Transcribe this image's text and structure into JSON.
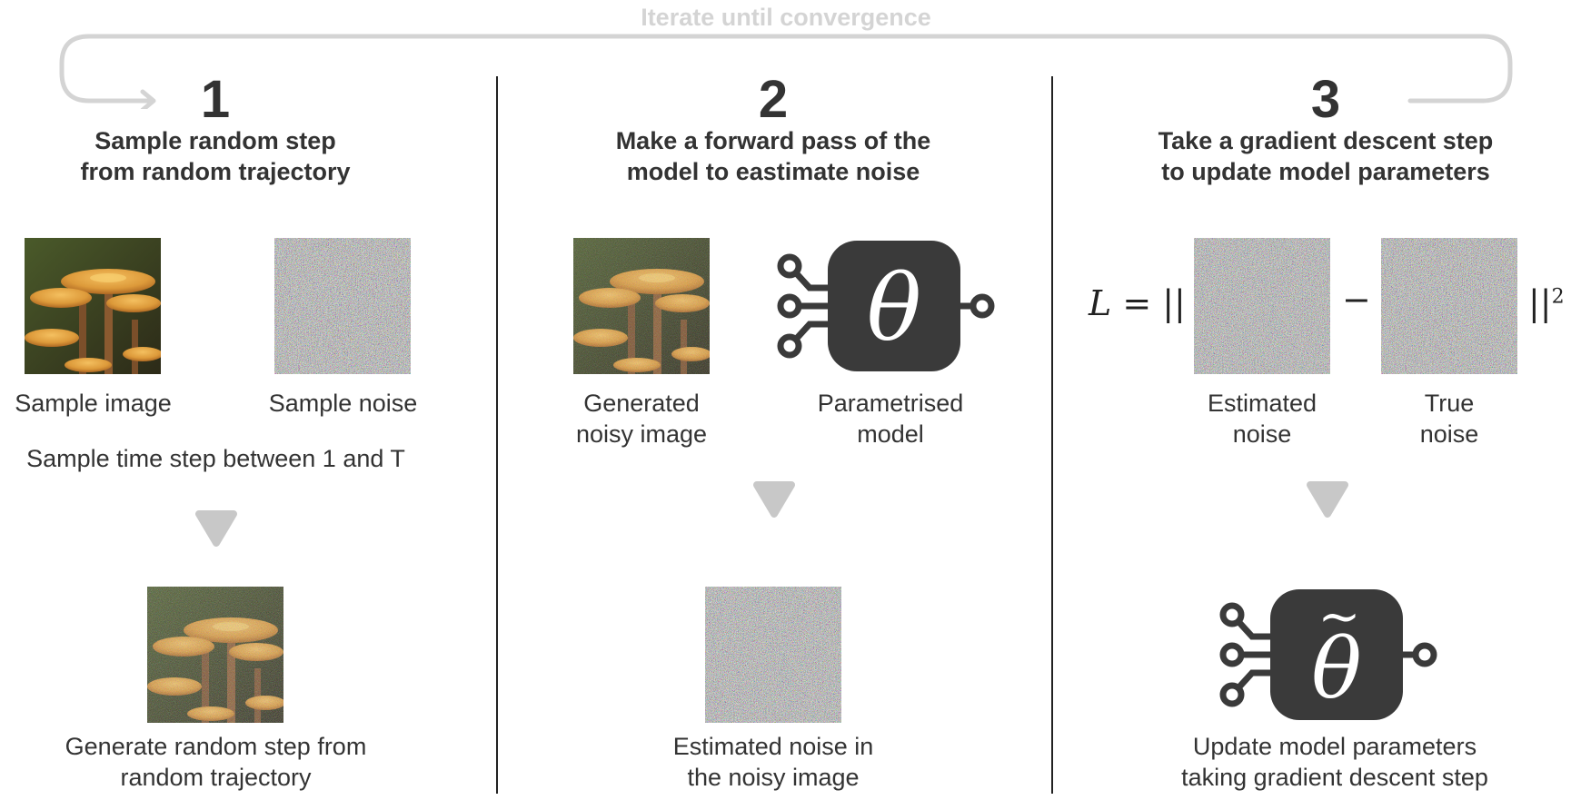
{
  "loop": {
    "label": "Iterate until convergence"
  },
  "steps": [
    {
      "number": "1",
      "title_line1": "Sample random step",
      "title_line2": "from random trajectory",
      "image_caption": "Sample image",
      "noise_caption": "Sample noise",
      "timestep_text": "Sample time step between 1 and T",
      "result_line1": "Generate random step from",
      "result_line2": "random trajectory"
    },
    {
      "number": "2",
      "title_line1": "Make a forward pass of the",
      "title_line2": "model to eastimate noise",
      "noisy_caption_line1": "Generated",
      "noisy_caption_line2": "noisy image",
      "model_caption_line1": "Parametrised",
      "model_caption_line2": "model",
      "model_symbol": "θ",
      "result_line1": "Estimated noise in",
      "result_line2": "the noisy image"
    },
    {
      "number": "3",
      "title_line1": "Take a gradient descent step",
      "title_line2": "to update model parameters",
      "loss_prefix": "L = ||",
      "loss_minus": "−",
      "loss_suffix": "||",
      "loss_exponent": "2",
      "est_caption_line1": "Estimated",
      "est_caption_line2": "noise",
      "true_caption_line1": "True",
      "true_caption_line2": "noise",
      "updated_symbol": "θ",
      "updated_tilde": "~",
      "result_line1": "Update model parameters",
      "result_line2": "taking gradient descent step"
    }
  ],
  "colors": {
    "text": "#333333",
    "loop_arrow": "#d4d4d4",
    "down_arrow": "#c8c8c8",
    "model_box": "#3a3a3a",
    "divider": "#222222"
  },
  "icons": [
    "mushroom-photo",
    "noise-texture",
    "noisy-mushroom",
    "neural-model-icon",
    "down-arrow-icon"
  ]
}
